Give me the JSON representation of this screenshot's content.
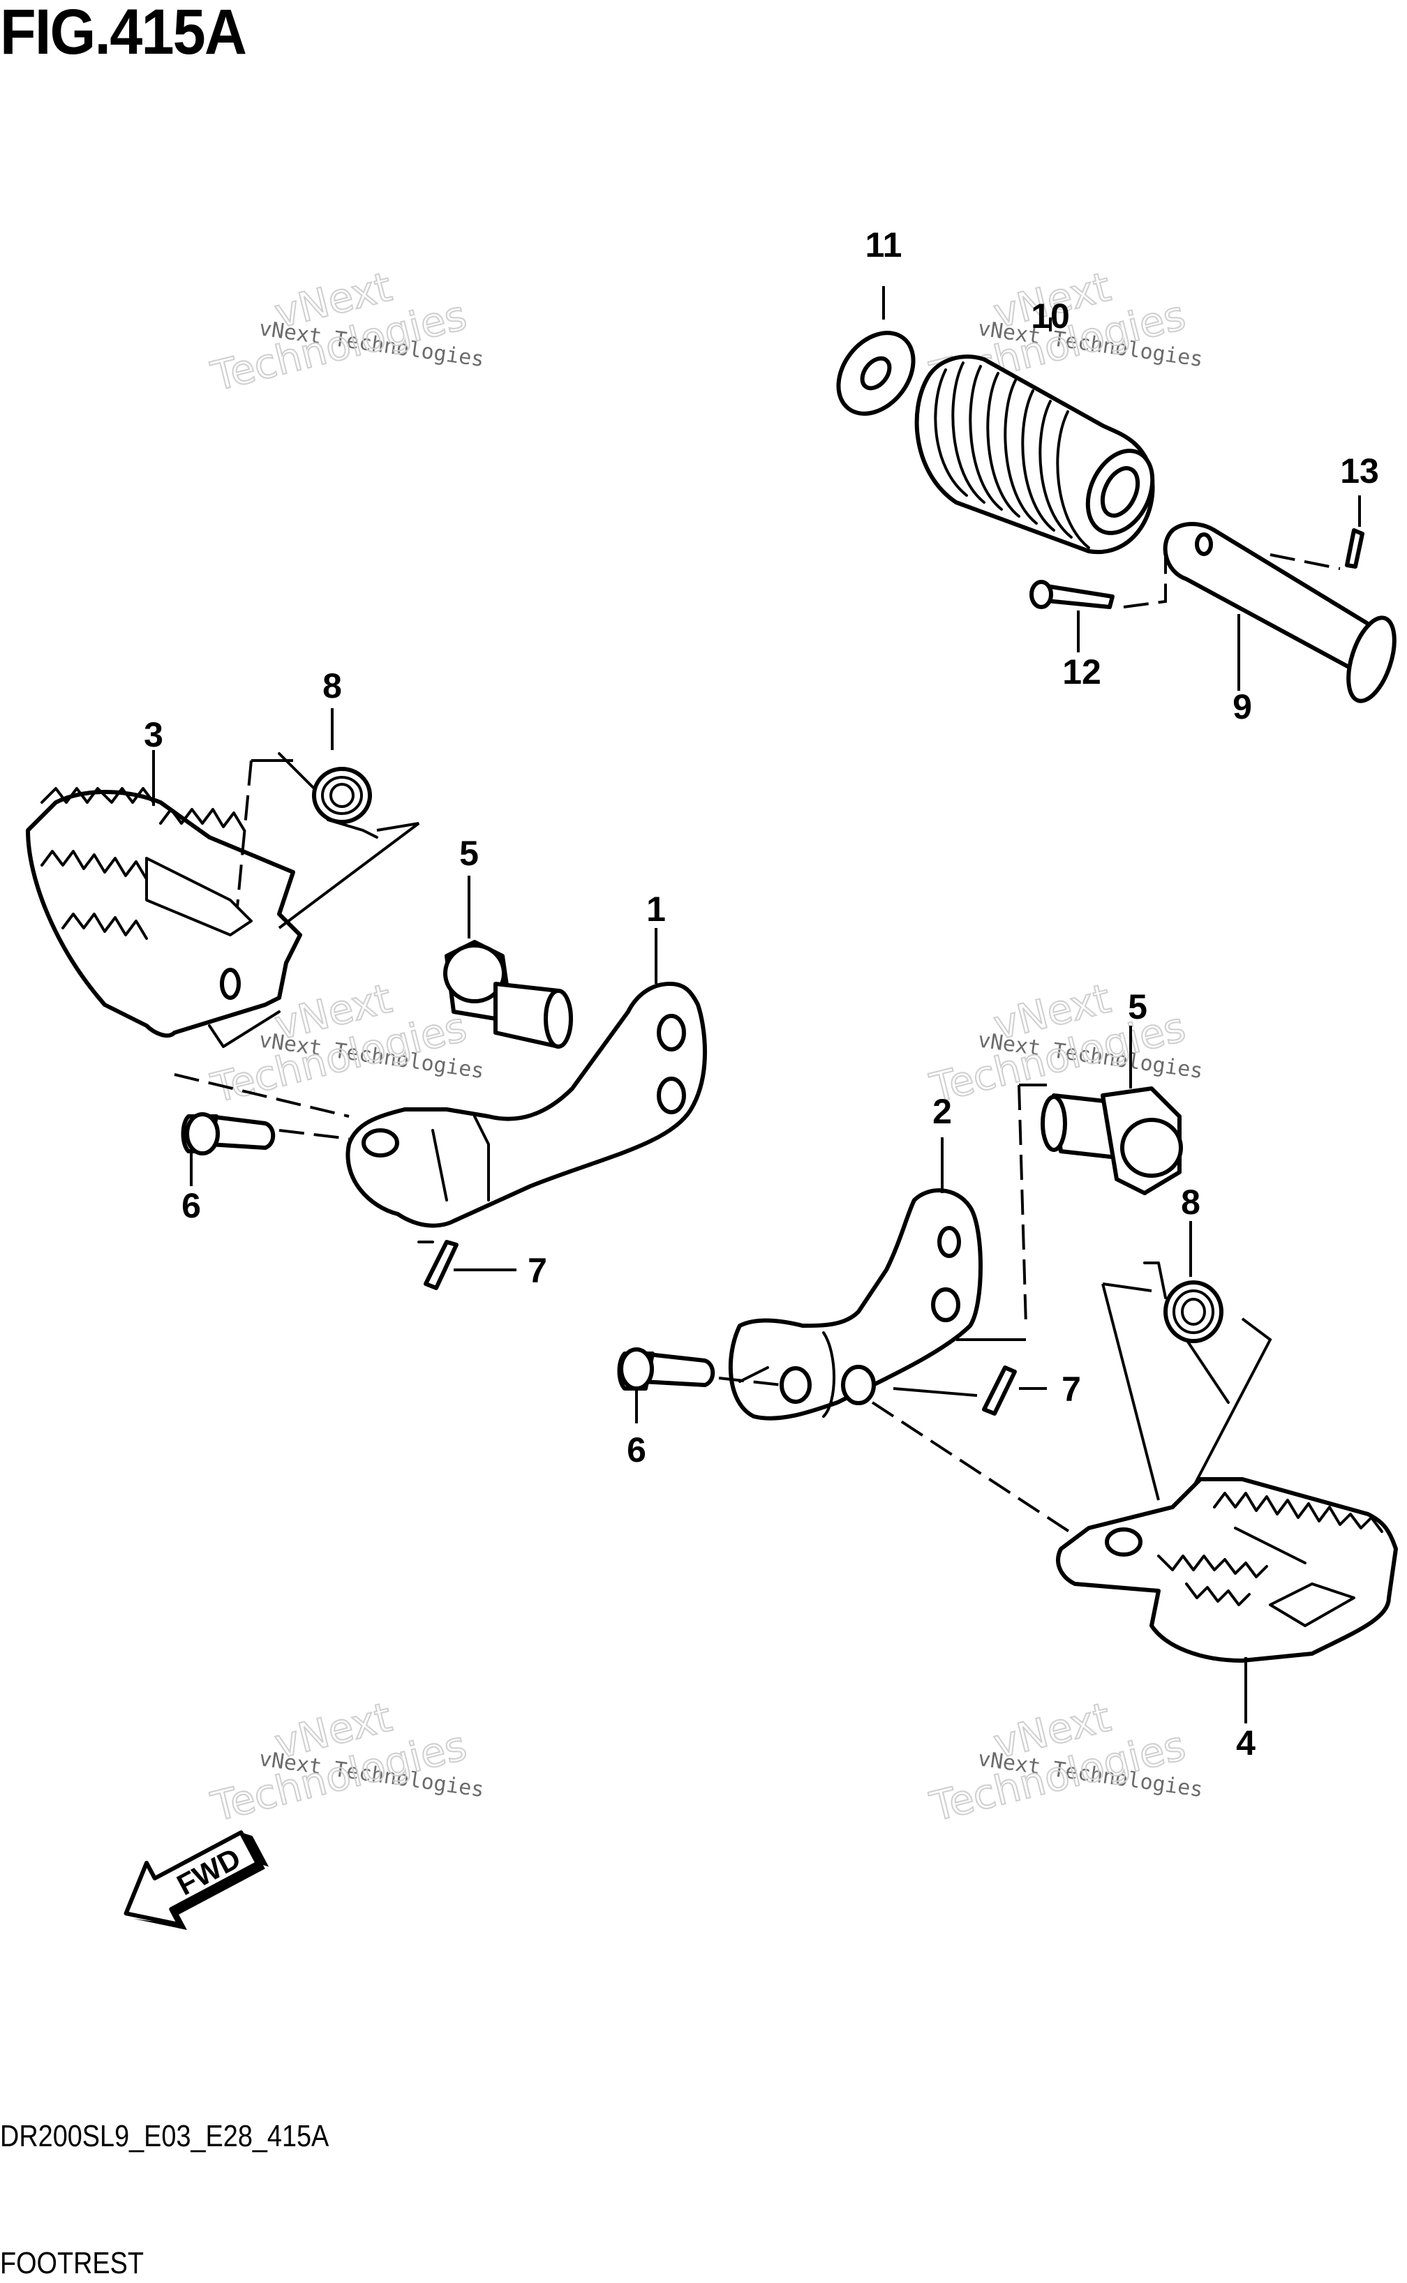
{
  "figure": {
    "title": "FIG.415A",
    "code": "DR200SL9_E03_E28_415A",
    "name": "FOOTREST"
  },
  "callouts": [
    "1",
    "2",
    "3",
    "4",
    "5",
    "5",
    "6",
    "6",
    "7",
    "7",
    "8",
    "8",
    "9",
    "10",
    "11",
    "12",
    "13"
  ],
  "watermark": {
    "line1": "vNext Technologies",
    "line2": "vNext",
    "line3": "Technologies"
  },
  "arrow": {
    "label": "FWD"
  }
}
